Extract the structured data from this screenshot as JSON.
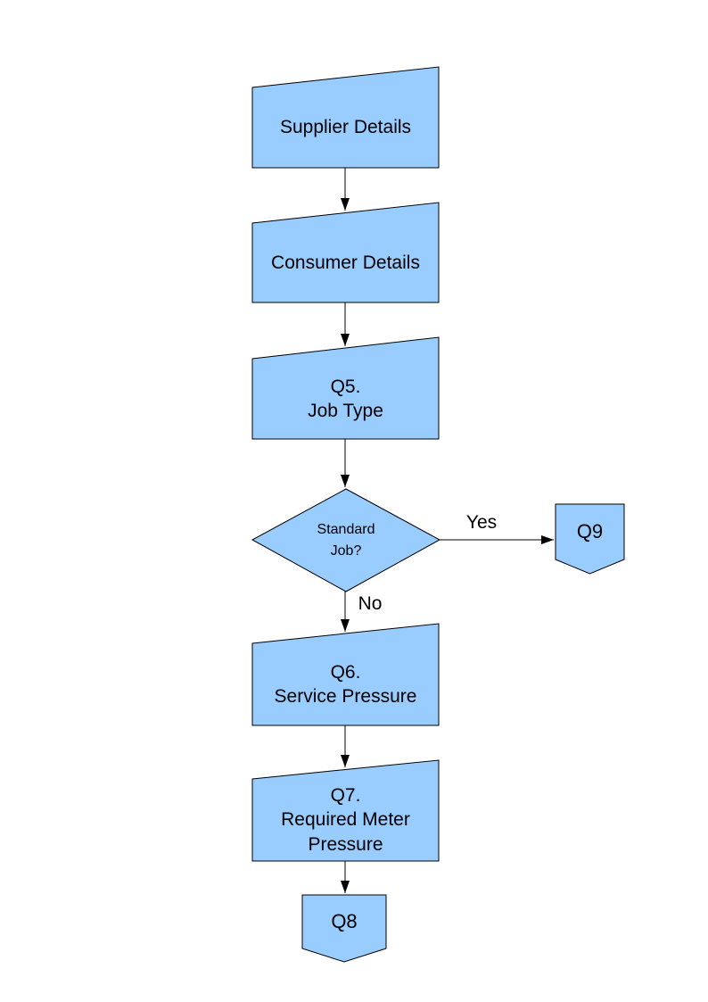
{
  "styles": {
    "background": "#FFFFFF",
    "node_fill": "#99CCFF",
    "node_stroke": "#000000",
    "text_color": "#000000",
    "connector_color": "#000000"
  },
  "nodes": {
    "supplier": {
      "label": "Supplier Details",
      "type": "manual-input"
    },
    "consumer": {
      "label": "Consumer Details",
      "type": "manual-input"
    },
    "q5": {
      "label": "Q5.\nJob Type",
      "type": "manual-input"
    },
    "decision": {
      "label": "Standard\nJob?",
      "type": "decision"
    },
    "q9": {
      "label": "Q9",
      "type": "off-page-connector"
    },
    "q6": {
      "label": "Q6.\nService Pressure",
      "type": "manual-input"
    },
    "q7": {
      "label": "Q7.\nRequired Meter\nPressure",
      "type": "manual-input"
    },
    "q8": {
      "label": "Q8",
      "type": "off-page-connector"
    }
  },
  "edges": {
    "yes_label": "Yes",
    "no_label": "No",
    "list": [
      {
        "from": "supplier",
        "to": "consumer"
      },
      {
        "from": "consumer",
        "to": "q5"
      },
      {
        "from": "q5",
        "to": "decision"
      },
      {
        "from": "decision",
        "to": "q9",
        "label": "Yes"
      },
      {
        "from": "decision",
        "to": "q6",
        "label": "No"
      },
      {
        "from": "q6",
        "to": "q7"
      },
      {
        "from": "q7",
        "to": "q8"
      }
    ]
  }
}
